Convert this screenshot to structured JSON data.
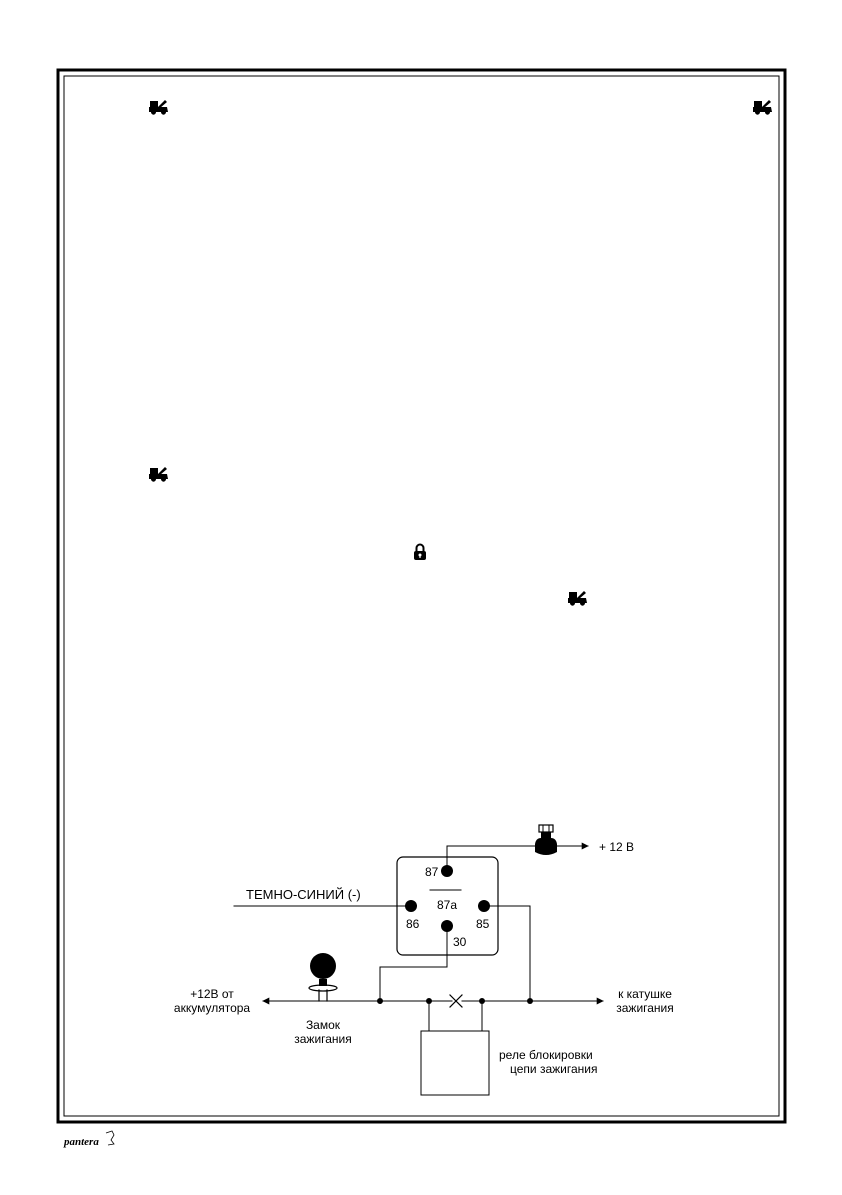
{
  "icons": {
    "car_hood": "car-hood-icon",
    "padlock": "padlock-icon"
  },
  "diagram": {
    "wire_label": "ТЕМНО-СИНИЙ (-)",
    "relay_pins": {
      "p87": "87",
      "p87a": "87a",
      "p86": "86",
      "p85": "85",
      "p30": "30"
    },
    "plus12v_label": "+ 12 В",
    "battery_label_line1": "+12В от",
    "battery_label_line2": "аккумулятора",
    "coil_label_line1": "к катушке",
    "coil_label_line2": "зажигания",
    "ignition_label_line1": "Замок",
    "ignition_label_line2": "зажигания",
    "block_relay_line1": "реле блокировки",
    "block_relay_line2": "цепи зажигания"
  },
  "footer": {
    "logo_text": "pantera"
  }
}
